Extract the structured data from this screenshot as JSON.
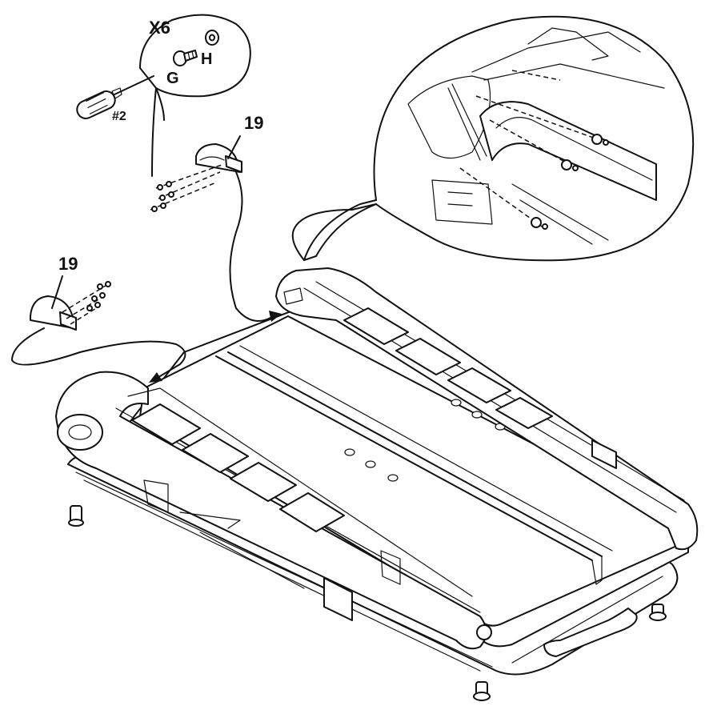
{
  "labels": {
    "quantity": "X6",
    "part_g": "G",
    "part_h": "H",
    "screwdriver": "#2",
    "part_19_right": "19",
    "part_19_left": "19"
  }
}
